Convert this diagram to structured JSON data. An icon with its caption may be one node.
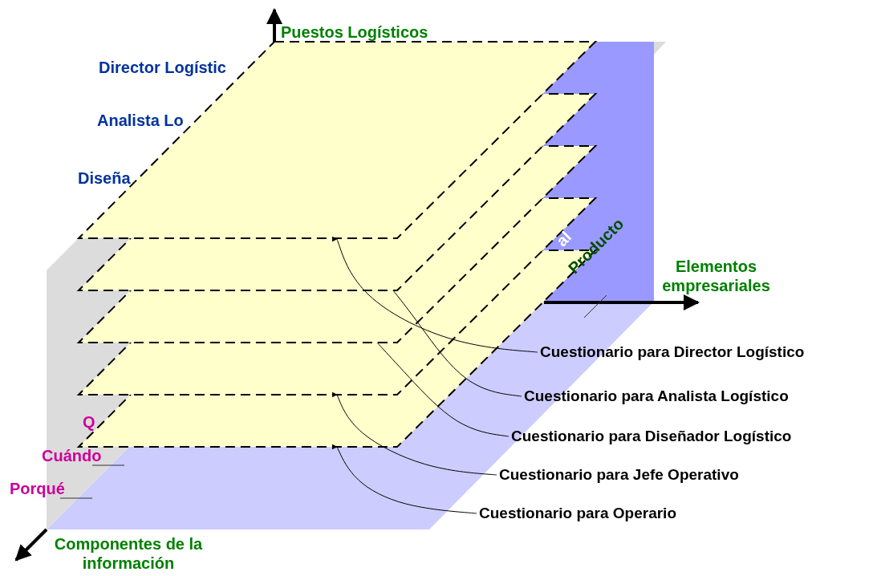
{
  "diagram": {
    "nodes": [
      {
        "text": [],
        "shape": "parallelogram"
      },
      {
        "text": [],
        "shape": "parallelogram"
      },
      {
        "text": [],
        "shape": "parallelogram"
      },
      {
        "text": [],
        "shape": "parallelogram"
      },
      {
        "text": [],
        "shape": "parallelogram"
      },
      {
        "text": [
          "Cuestionario para Director Logístico"
        ]
      },
      {
        "text": [
          "Cuestionario para Analista Logístico"
        ]
      },
      {
        "text": [
          "Cuestionario para Diseñador Logístico"
        ]
      },
      {
        "text": [
          "Cuestionario para Jefe Operativo"
        ]
      },
      {
        "text": [
          "Cuestionario para Operario"
        ]
      }
    ],
    "edges": [
      {
        "from": 5,
        "to": 0,
        "arrow": "to"
      },
      {
        "from": 6,
        "to": 1,
        "arrow": "none"
      },
      {
        "from": 7,
        "to": 2,
        "arrow": "none"
      },
      {
        "from": 8,
        "to": 3,
        "arrow": "to"
      },
      {
        "from": 9,
        "to": 4,
        "arrow": "to"
      }
    ],
    "labels": [
      "Puestos Logísticos",
      "Director Logístic",
      "Analista Lo",
      "Diseña",
      "al",
      "Producto",
      "Elementos empresariales",
      "Q",
      "Cuándo",
      "Porqué",
      "Componentes de la información"
    ]
  }
}
